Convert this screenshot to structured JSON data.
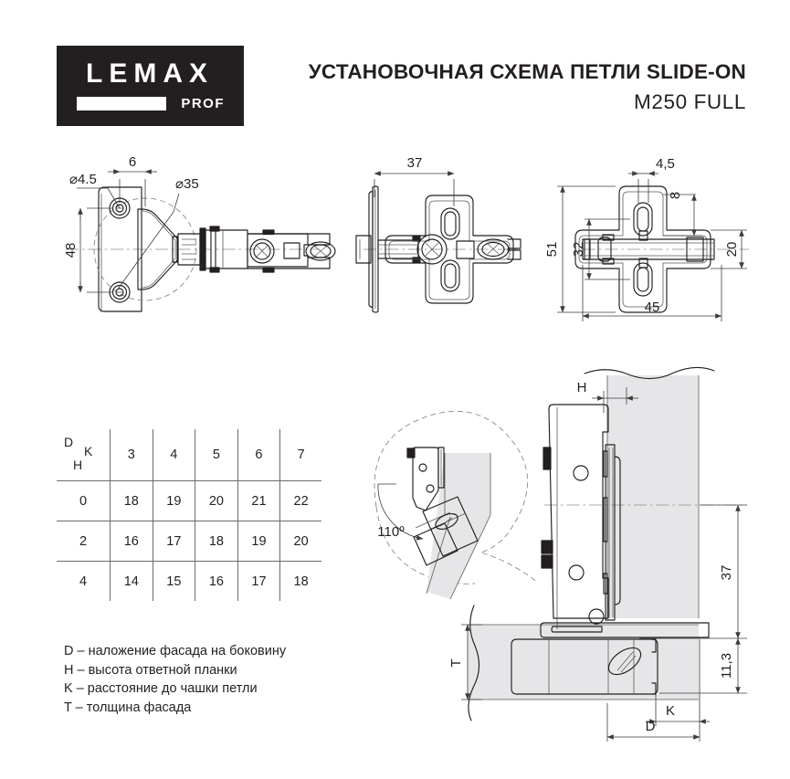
{
  "header": {
    "logo": {
      "brand": "LEMAX",
      "sub": "PROF"
    },
    "title": "УСТАНОВОЧНАЯ СХЕМА ПЕТЛИ SLIDE-ON",
    "model": "M250 FULL"
  },
  "drawings": {
    "view_side": {
      "name": "hinge-side-view",
      "dimensions": {
        "cup_hole_dia": "⌀4.5",
        "cup_dia": "⌀35",
        "edge_distance": "6",
        "hole_spacing": "48"
      }
    },
    "view_front": {
      "name": "hinge-front-view",
      "dimensions": {
        "depth": "37"
      }
    },
    "view_plate": {
      "name": "mounting-plate-view",
      "dimensions": {
        "slot_width": "4,5",
        "slot_offset": "8",
        "height_total": "51",
        "hole_spacing": "32",
        "inner_height": "20",
        "width_total": "45"
      }
    },
    "view_install": {
      "name": "installation-section-view",
      "dimensions": {
        "gap": "H",
        "arm_height": "37",
        "plate_height": "11,3",
        "thickness": "T",
        "cup_distance": "K",
        "overlay": "D",
        "opening_angle": "110º"
      }
    }
  },
  "table": {
    "corner": {
      "d": "D",
      "k": "K",
      "h": "H"
    },
    "columns": [
      "3",
      "4",
      "5",
      "6",
      "7"
    ],
    "rows": [
      {
        "h": "0",
        "values": [
          "18",
          "19",
          "20",
          "21",
          "22"
        ]
      },
      {
        "h": "2",
        "values": [
          "16",
          "17",
          "18",
          "19",
          "20"
        ]
      },
      {
        "h": "4",
        "values": [
          "14",
          "15",
          "16",
          "17",
          "18"
        ]
      }
    ]
  },
  "legend": [
    "D – наложение фасада на боковину",
    "H – высота ответной планки",
    "K – расстояние до чашки петли",
    "T – толщина фасада"
  ],
  "colors": {
    "ink": "#231f20",
    "panel_fill": "#e6e6e8",
    "dim_line": "#3c3c3c",
    "center_line": "#8a8a8a"
  }
}
